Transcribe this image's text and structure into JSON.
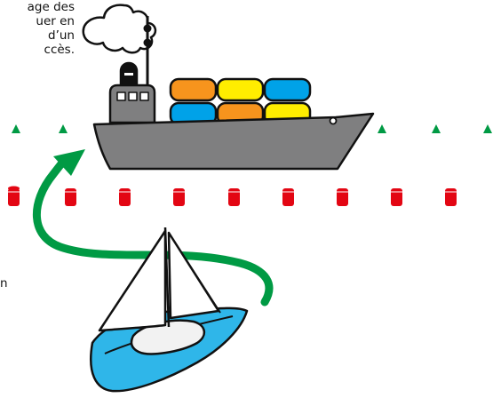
{
  "text_fragments": {
    "line1": "age des",
    "line2": "uer en",
    "line3": "d’un",
    "line4": "ccès.",
    "left_edge": "n"
  },
  "colors": {
    "ship_hull": "#7f7f80",
    "container_orange": "#f7941d",
    "container_yellow": "#ffed00",
    "container_blue": "#00a2e8",
    "channel_marker_green": "#009a44",
    "channel_marker_red": "#e30613",
    "route_arrow": "#009a44",
    "sailboat_hull": "#2fb6e9"
  },
  "icons": [
    "cargo-ship-icon",
    "sailboat-icon",
    "smoke-cloud-icon",
    "green-buoy-icon",
    "red-buoy-icon",
    "route-arrow-icon"
  ]
}
